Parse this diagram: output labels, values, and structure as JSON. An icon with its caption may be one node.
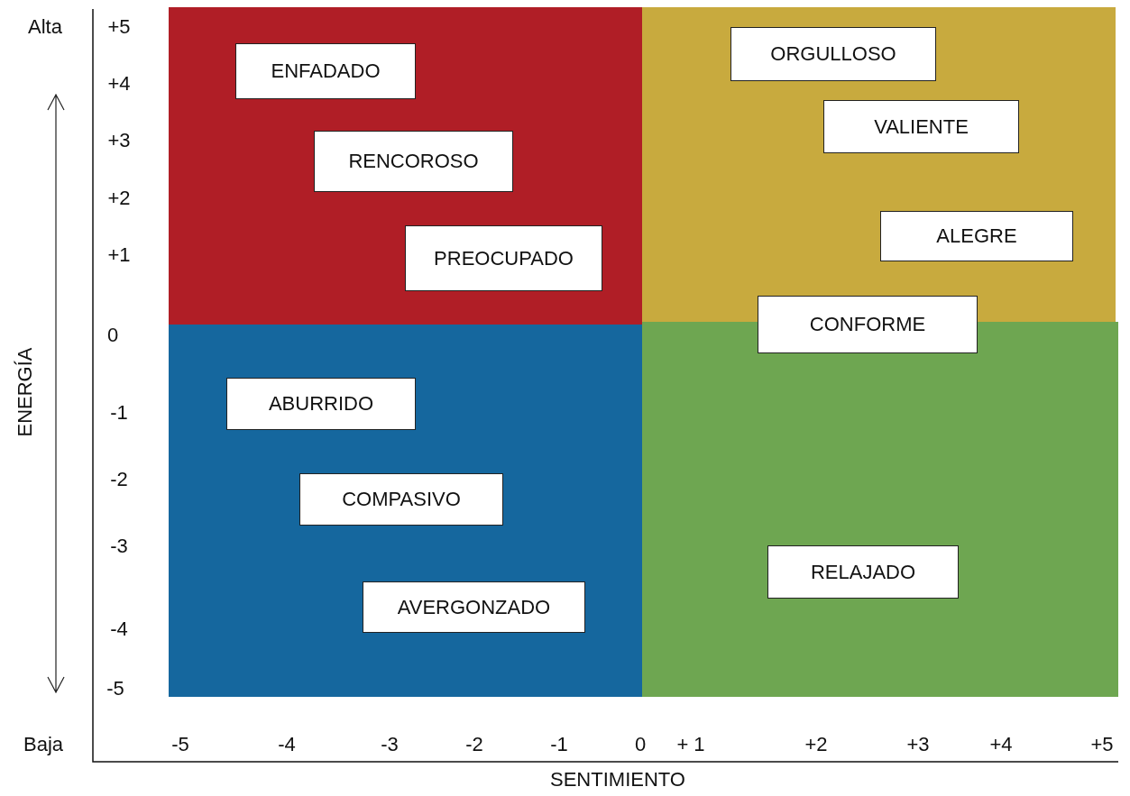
{
  "diagram": {
    "nodes": [
      {
        "text": [],
        "shape": "box"
      },
      {
        "text": [
          "ENFADADO"
        ],
        "in": 0
      },
      {
        "text": [
          "RENCOROSO"
        ],
        "in": 0
      },
      {
        "text": [
          "PREOCUPADO"
        ],
        "in": 0
      },
      {
        "text": [],
        "shape": "box"
      },
      {
        "text": [
          "ORGULLOSO"
        ],
        "in": 4
      },
      {
        "text": [
          "VALIENTE"
        ],
        "in": 4
      },
      {
        "text": [
          "ALEGRE"
        ],
        "in": 4
      },
      {
        "text": [
          "CONFORME"
        ]
      },
      {
        "text": [],
        "shape": "box"
      },
      {
        "text": [
          "ABURRIDO"
        ],
        "in": 9
      },
      {
        "text": [
          "COMPASIVO"
        ],
        "in": 9
      },
      {
        "text": [
          "AVERGONZADO"
        ],
        "in": 9
      },
      {
        "text": [],
        "shape": "box"
      },
      {
        "text": [
          "RELAJADO"
        ],
        "in": 13
      }
    ],
    "edges": [],
    "labels": [
      "Alta",
      "+5",
      "+4",
      "+3",
      "+2",
      "+1",
      "0",
      "ENERGÍA",
      "-1",
      "-2",
      "-3",
      "-4",
      "-5",
      "Baja",
      "-5",
      "-4",
      "-3",
      "-2",
      "-1",
      "0",
      "+ 1",
      "+2",
      "+3",
      "+4",
      "+5",
      "SENTIMIENTO"
    ]
  }
}
